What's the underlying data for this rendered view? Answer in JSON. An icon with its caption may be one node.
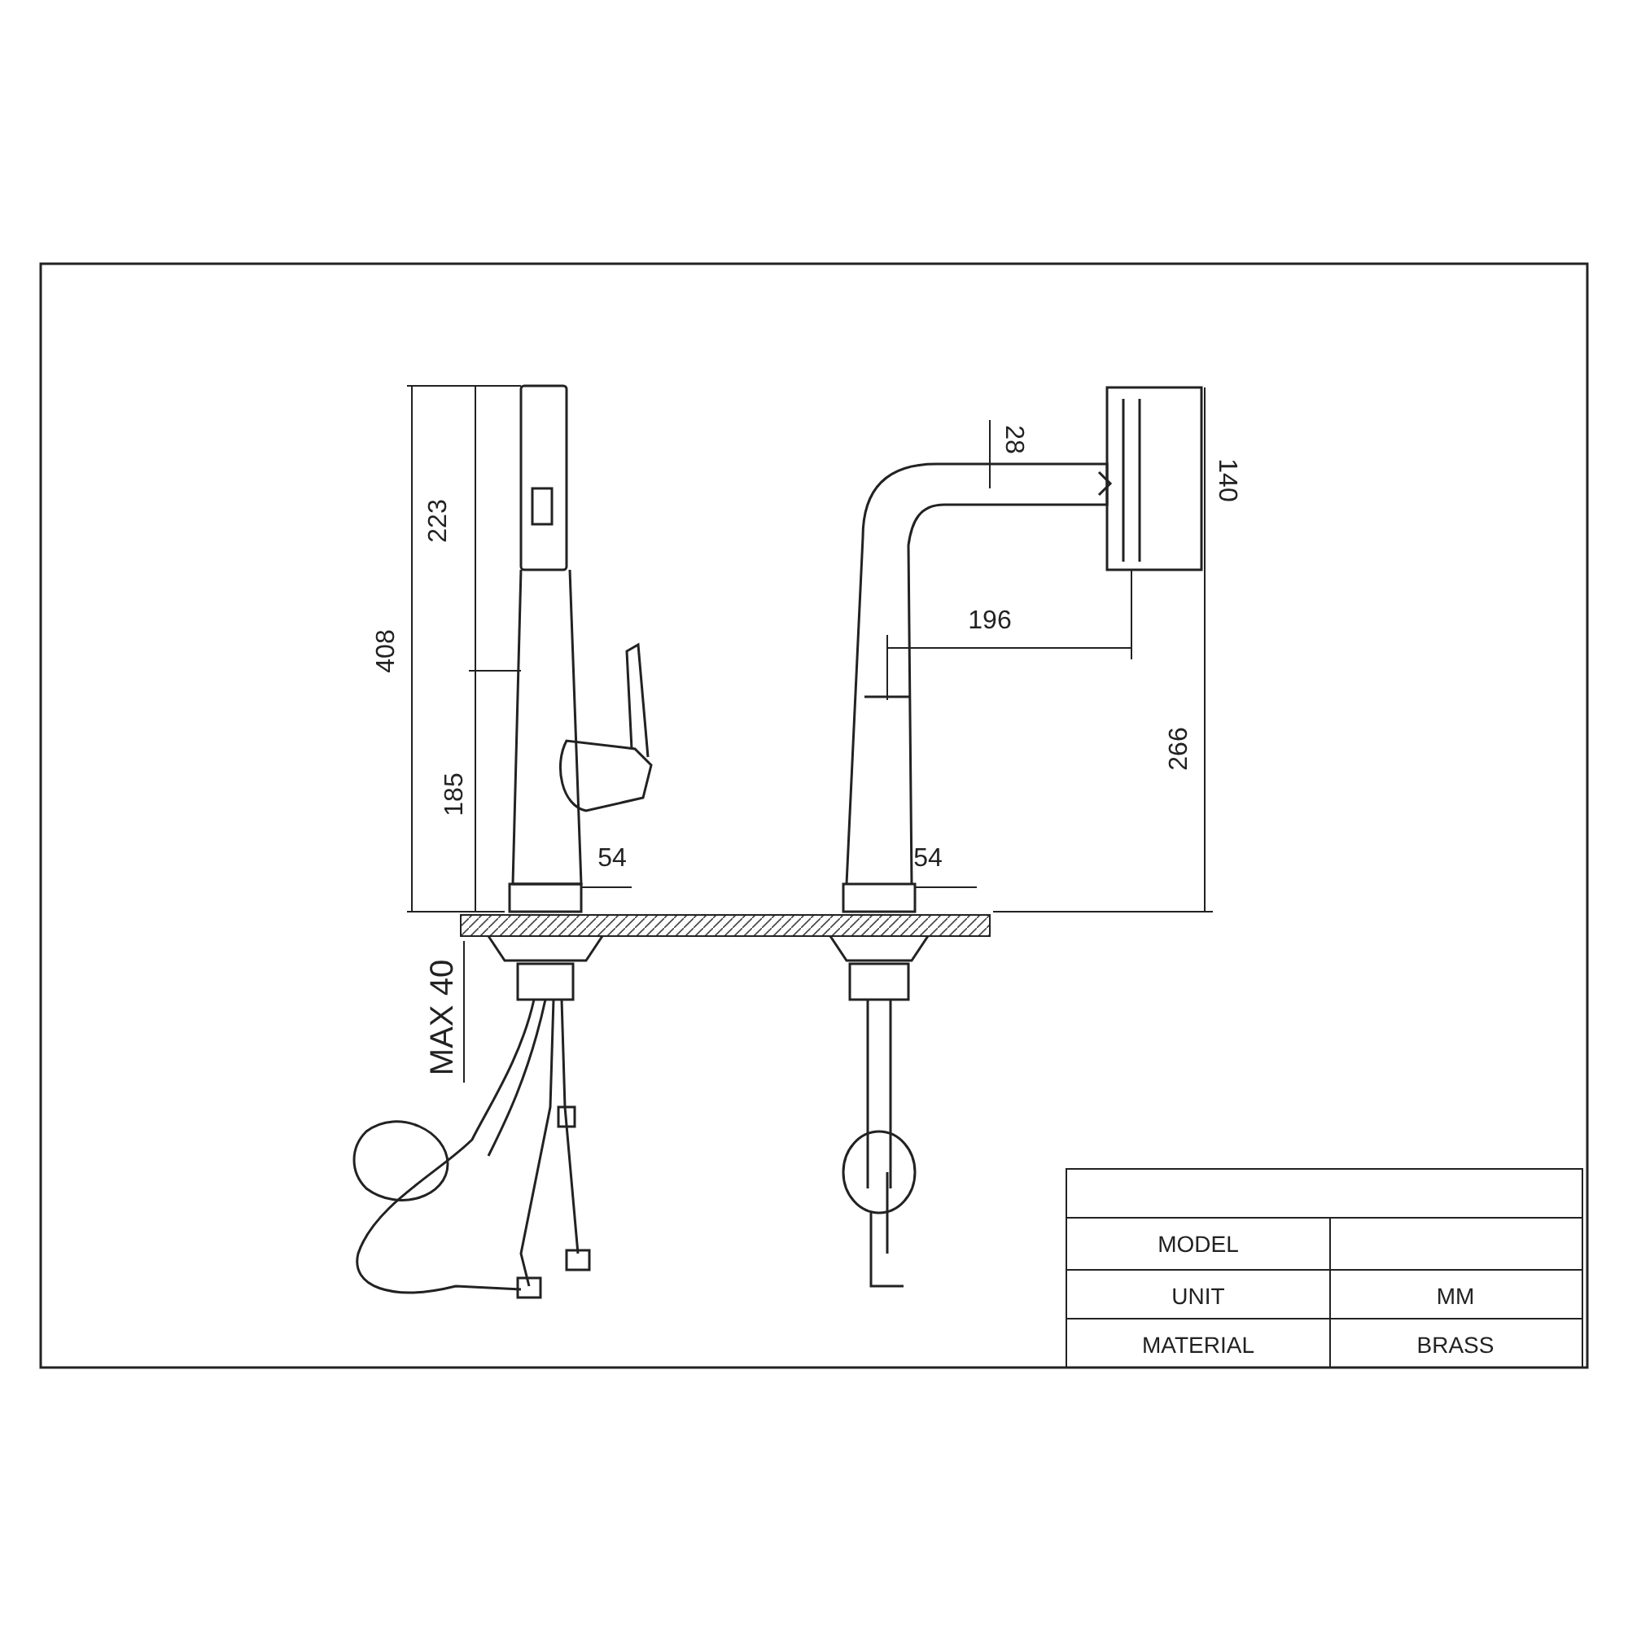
{
  "diagram": {
    "labels": [
      "223",
      "28",
      "140",
      "408",
      "196",
      "266",
      "185",
      "54",
      "54",
      "MAX 40",
      "MODEL",
      "UNIT",
      "MM",
      "MATERIAL",
      "BRASS"
    ]
  }
}
